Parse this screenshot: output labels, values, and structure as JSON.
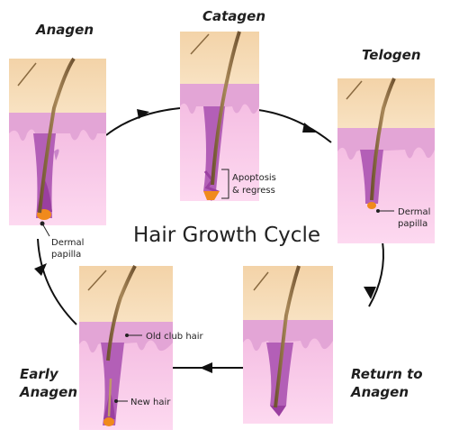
{
  "title": "Hair Growth Cycle",
  "stages": {
    "anagen": {
      "label": "Anagen"
    },
    "catagen": {
      "label": "Catagen"
    },
    "telogen": {
      "label": "Telogen"
    },
    "return_to_anagen": {
      "label_line1": "Return to",
      "label_line2": "Anagen"
    },
    "early_anagen": {
      "label_line1": "Early",
      "label_line2": "Anagen"
    }
  },
  "annotations": {
    "anagen_papilla": {
      "line1": "Dermal",
      "line2": "papilla"
    },
    "catagen_apoptosis": {
      "line1": "Apoptosis",
      "line2": "& regress"
    },
    "telogen_papilla": {
      "line1": "Dermal",
      "line2": "papilla"
    },
    "old_club_hair": "Old club hair",
    "new_hair": "New hair"
  },
  "colors": {
    "skin_top": "#f6dcb4",
    "epidermis": "#e7b3da",
    "dermis": "#f8c6e6",
    "dermis_deep": "#fbd3ed",
    "follicle": "#a24fa8",
    "hair": "#8a6a40",
    "papilla": "#f08a1c",
    "arrow": "#111111"
  }
}
